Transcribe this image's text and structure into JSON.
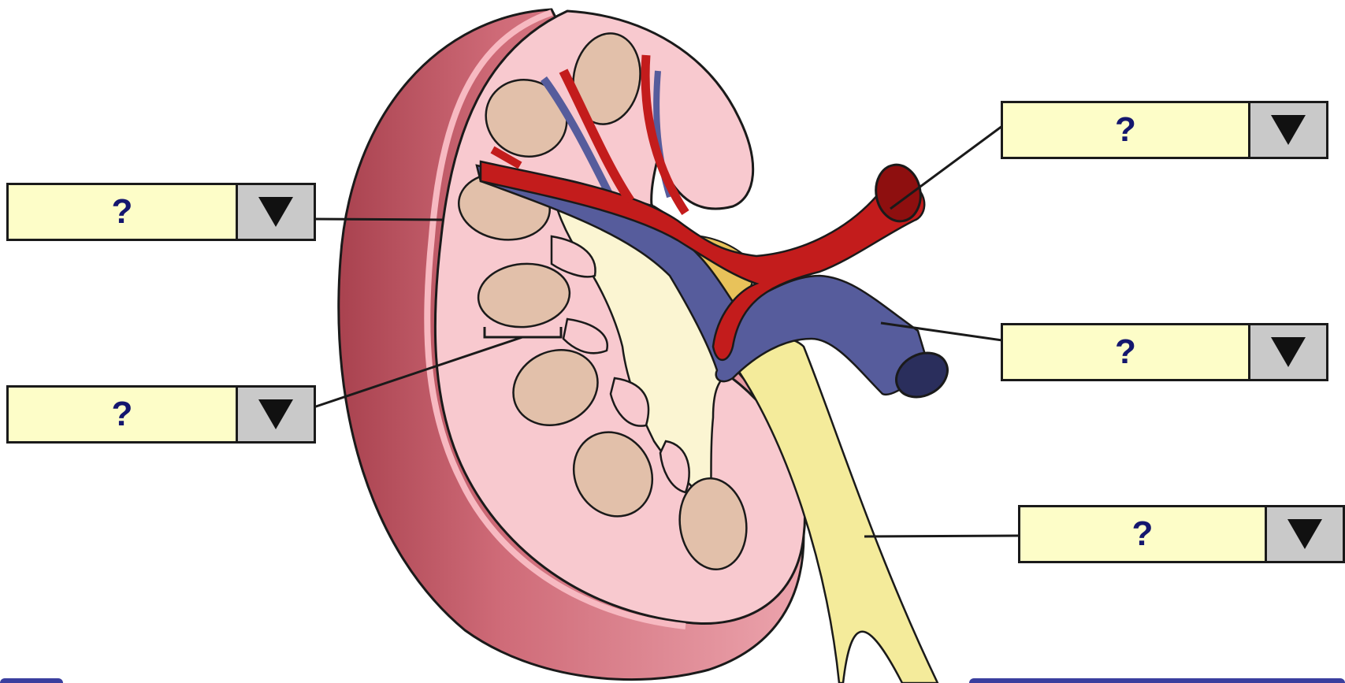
{
  "dropdowns": [
    {
      "id": "cortex",
      "value": "?"
    },
    {
      "id": "pyramid",
      "value": "?"
    },
    {
      "id": "artery",
      "value": "?"
    },
    {
      "id": "vein",
      "value": "?"
    },
    {
      "id": "ureter",
      "value": "?"
    }
  ],
  "colors": {
    "capsule": "#c9606e",
    "cortex": "#f8c9cf",
    "pyramid": "#e2c0aa",
    "pelvis": "#fbf5d2",
    "artery": "#c31c1c",
    "vein": "#565c9c",
    "ureter": "#f4eb9b",
    "fat": "#e8c25a",
    "field": "#fdfdc8",
    "button": "#c9c9c9",
    "text": "#14166e"
  }
}
